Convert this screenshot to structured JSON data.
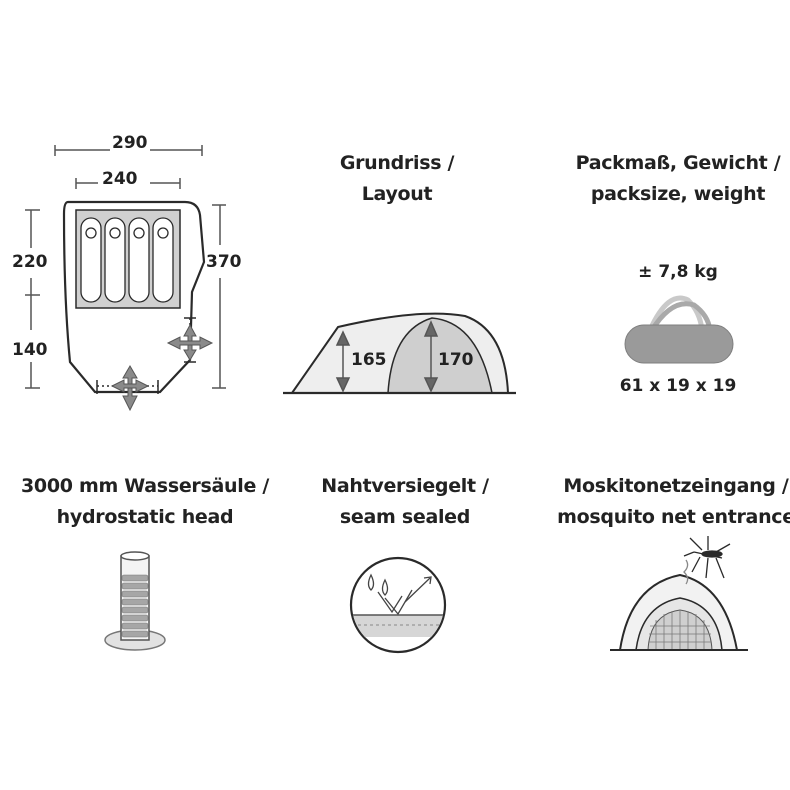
{
  "floorplan": {
    "width_outer": "290",
    "width_inner": "240",
    "depth_inner": "220",
    "depth_total": "370",
    "vestibule": "140"
  },
  "layout": {
    "caption_line1": "Grundriss /",
    "caption_line2": "Layout",
    "height_vestibule": "165",
    "height_inner": "170"
  },
  "pack": {
    "caption_line1": "Packmaß, Gewicht /",
    "caption_line2": "packsize, weight",
    "weight": "± 7,8 kg",
    "size": "61 x 19 x 19"
  },
  "hydrostatic": {
    "caption_line1": "3000 mm Wassersäule /",
    "caption_line2": "hydrostatic head"
  },
  "seams": {
    "caption_line1": "Nahtversiegelt /",
    "caption_line2": "seam sealed"
  },
  "mosquito": {
    "caption_line1": "Moskitonetzeingang /",
    "caption_line2": "mosquito net entrance"
  },
  "colors": {
    "line": "#2a2a2a",
    "fill_light": "#e6e6e6",
    "fill_mid": "#bdbdbd",
    "fill_dark": "#8f8f8f"
  }
}
